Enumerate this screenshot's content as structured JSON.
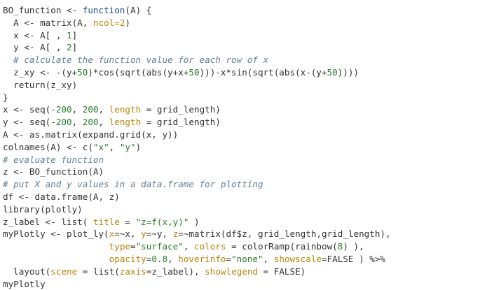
{
  "editor": {
    "language": "R",
    "colors": {
      "background": "#ffffff",
      "plain": "#333333",
      "keyword": "#1f4fa3",
      "string": "#2a7d2a",
      "number": "#2a7d2a",
      "comment": "#5e7f9a",
      "param": "#b8860b"
    },
    "lines": [
      [
        {
          "t": "BO_function <- ",
          "k": "plain"
        },
        {
          "t": "function",
          "k": "kw"
        },
        {
          "t": "(A) {",
          "k": "plain"
        }
      ],
      [
        {
          "t": "  A <- matrix(A, ",
          "k": "plain"
        },
        {
          "t": "ncol=2",
          "k": "param"
        },
        {
          "t": ")",
          "k": "plain"
        }
      ],
      [
        {
          "t": "  x <- A[ , ",
          "k": "plain"
        },
        {
          "t": "1",
          "k": "num"
        },
        {
          "t": "]",
          "k": "plain"
        }
      ],
      [
        {
          "t": "  y <- A[ , ",
          "k": "plain"
        },
        {
          "t": "2",
          "k": "num"
        },
        {
          "t": "]",
          "k": "plain"
        }
      ],
      [
        {
          "t": "  # calculate the function value for each row of x",
          "k": "comment"
        }
      ],
      [
        {
          "t": "  z_xy <- -(y+",
          "k": "plain"
        },
        {
          "t": "50",
          "k": "num"
        },
        {
          "t": ")*cos(sqrt(abs(y+x+",
          "k": "plain"
        },
        {
          "t": "50",
          "k": "num"
        },
        {
          "t": ")))-x*sin(sqrt(abs(x-(y+",
          "k": "plain"
        },
        {
          "t": "50",
          "k": "num"
        },
        {
          "t": "))))",
          "k": "plain"
        }
      ],
      [
        {
          "t": "  return(z_xy)",
          "k": "plain"
        }
      ],
      [
        {
          "t": "}",
          "k": "plain"
        }
      ],
      [
        {
          "t": "x <- seq(-",
          "k": "plain"
        },
        {
          "t": "200",
          "k": "num"
        },
        {
          "t": ", ",
          "k": "plain"
        },
        {
          "t": "200",
          "k": "num"
        },
        {
          "t": ", ",
          "k": "plain"
        },
        {
          "t": "length",
          "k": "param"
        },
        {
          "t": " = grid_length)",
          "k": "plain"
        }
      ],
      [
        {
          "t": "y <- seq(-",
          "k": "plain"
        },
        {
          "t": "200",
          "k": "num"
        },
        {
          "t": ", ",
          "k": "plain"
        },
        {
          "t": "200",
          "k": "num"
        },
        {
          "t": ", ",
          "k": "plain"
        },
        {
          "t": "length",
          "k": "param"
        },
        {
          "t": " = grid_length)",
          "k": "plain"
        }
      ],
      [
        {
          "t": "A <- as.matrix(expand.grid(x, y))",
          "k": "plain"
        }
      ],
      [
        {
          "t": "colnames(A) <- c(",
          "k": "plain"
        },
        {
          "t": "\"x\"",
          "k": "str"
        },
        {
          "t": ", ",
          "k": "plain"
        },
        {
          "t": "\"y\"",
          "k": "str"
        },
        {
          "t": ")",
          "k": "plain"
        }
      ],
      [
        {
          "t": "# evaluate function",
          "k": "comment"
        }
      ],
      [
        {
          "t": "z <- BO_function(A)",
          "k": "plain"
        }
      ],
      [
        {
          "t": "# put X and y values in a data.frame for plotting",
          "k": "comment"
        }
      ],
      [
        {
          "t": "df <- data.frame(A, z)",
          "k": "plain"
        }
      ],
      [
        {
          "t": "library(plotly)",
          "k": "plain"
        }
      ],
      [
        {
          "t": "z_label <- list( ",
          "k": "plain"
        },
        {
          "t": "title",
          "k": "param"
        },
        {
          "t": " = ",
          "k": "plain"
        },
        {
          "t": "\"z=f(x,y)\"",
          "k": "str"
        },
        {
          "t": " )",
          "k": "plain"
        }
      ],
      [
        {
          "t": "myPlotly <- plot_ly(",
          "k": "plain"
        },
        {
          "t": "x",
          "k": "param"
        },
        {
          "t": "=~x, ",
          "k": "plain"
        },
        {
          "t": "y",
          "k": "param"
        },
        {
          "t": "=~y, ",
          "k": "plain"
        },
        {
          "t": "z",
          "k": "param"
        },
        {
          "t": "=~matrix(df$z, grid_length,grid_length),",
          "k": "plain"
        }
      ],
      [
        {
          "t": "                    ",
          "k": "plain"
        },
        {
          "t": "type",
          "k": "param"
        },
        {
          "t": "=",
          "k": "plain"
        },
        {
          "t": "\"surface\"",
          "k": "str"
        },
        {
          "t": ", ",
          "k": "plain"
        },
        {
          "t": "colors",
          "k": "param"
        },
        {
          "t": " = colorRamp(rainbow(",
          "k": "plain"
        },
        {
          "t": "8",
          "k": "num"
        },
        {
          "t": ") ),",
          "k": "plain"
        }
      ],
      [
        {
          "t": "                    ",
          "k": "plain"
        },
        {
          "t": "opacity",
          "k": "param"
        },
        {
          "t": "=",
          "k": "plain"
        },
        {
          "t": "0.8",
          "k": "num"
        },
        {
          "t": ", ",
          "k": "plain"
        },
        {
          "t": "hoverinfo",
          "k": "param"
        },
        {
          "t": "=",
          "k": "plain"
        },
        {
          "t": "\"none\"",
          "k": "str"
        },
        {
          "t": ", ",
          "k": "plain"
        },
        {
          "t": "showscale",
          "k": "param"
        },
        {
          "t": "=FALSE ) %>%",
          "k": "plain"
        }
      ],
      [
        {
          "t": "  layout(",
          "k": "plain"
        },
        {
          "t": "scene",
          "k": "param"
        },
        {
          "t": " = list(",
          "k": "plain"
        },
        {
          "t": "zaxis",
          "k": "param"
        },
        {
          "t": "=z_label), ",
          "k": "plain"
        },
        {
          "t": "showlegend",
          "k": "param"
        },
        {
          "t": " = FALSE)",
          "k": "plain"
        }
      ],
      [
        {
          "t": "myPlotly",
          "k": "plain"
        }
      ]
    ]
  }
}
